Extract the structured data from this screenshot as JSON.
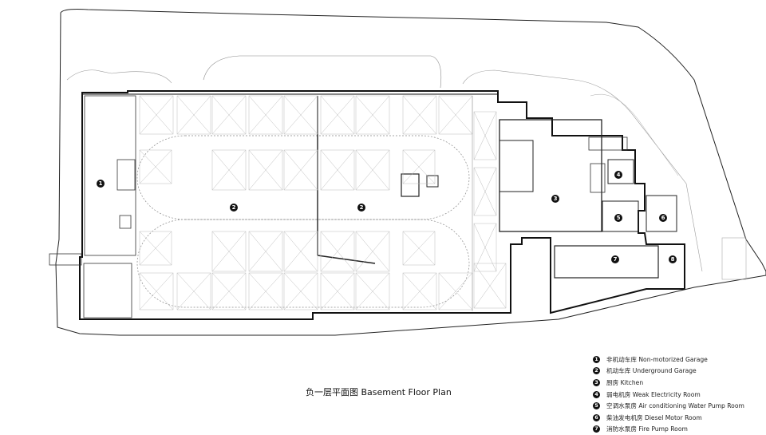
{
  "title": "负一层平面图 Basement Floor Plan",
  "legend": [
    {
      "num": "1",
      "label": "非机动车库 Non-motorized Garage"
    },
    {
      "num": "2",
      "label": "机动车库 Underground Garage"
    },
    {
      "num": "3",
      "label": "厨房 Kitchen"
    },
    {
      "num": "4",
      "label": "弱电机房 Weak Electricity Room"
    },
    {
      "num": "5",
      "label": "空调水泵房 Air conditioning Water Pump Room"
    },
    {
      "num": "6",
      "label": "柴油发电机房 Diesel Motor Room"
    },
    {
      "num": "7",
      "label": "消防水泵房 Fire Pump Room"
    }
  ],
  "plan_markers": [
    "1",
    "2",
    "2",
    "3",
    "4",
    "5",
    "6",
    "7",
    "8"
  ]
}
